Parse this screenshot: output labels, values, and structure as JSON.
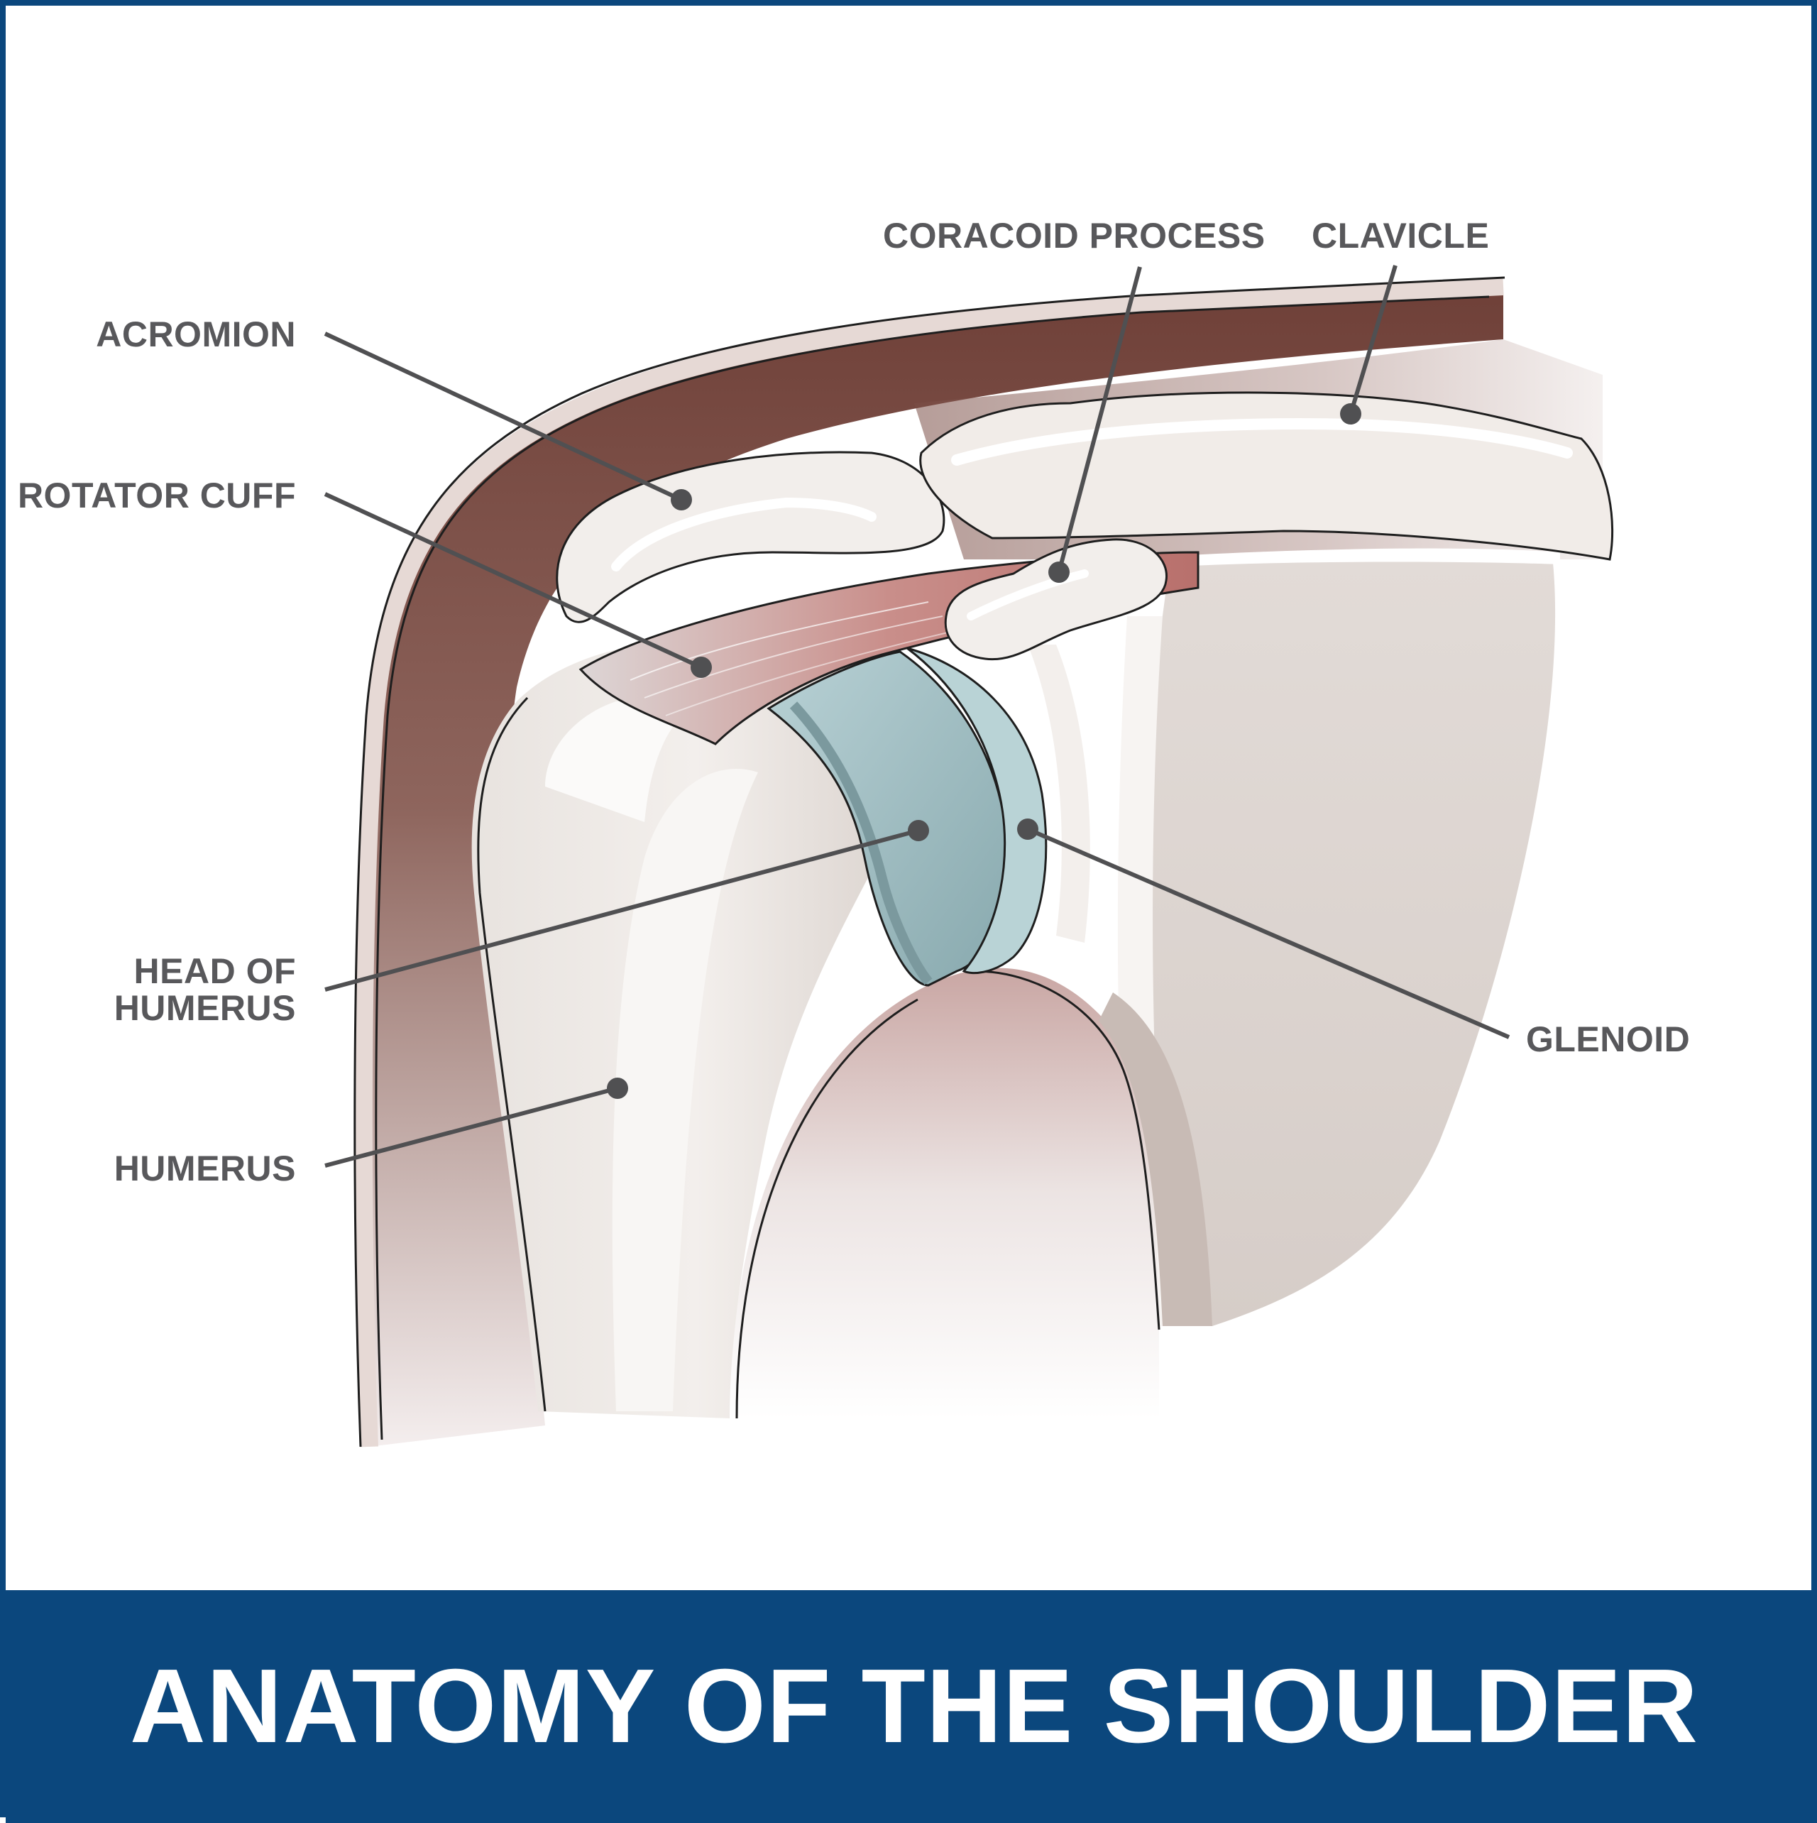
{
  "title": "ANATOMY OF THE SHOULDER",
  "labels": {
    "acromion": "ACROMION",
    "rotator_cuff": "ROTATOR CUFF",
    "coracoid_process": "CORACOID PROCESS",
    "clavicle": "CLAVICLE",
    "head_of_humerus_line1": "HEAD OF",
    "head_of_humerus_line2": "HUMERUS",
    "humerus": "HUMERUS",
    "glenoid": "GLENOID"
  },
  "colors": {
    "frame": "#0b477d",
    "label_text": "#58585b",
    "leader_line": "#505052",
    "skin_muscle": "#7a5048",
    "bone": "#f1ece7",
    "cartilage": "#9fbfc4",
    "rotator_cuff_muscle": "#c58a86"
  }
}
